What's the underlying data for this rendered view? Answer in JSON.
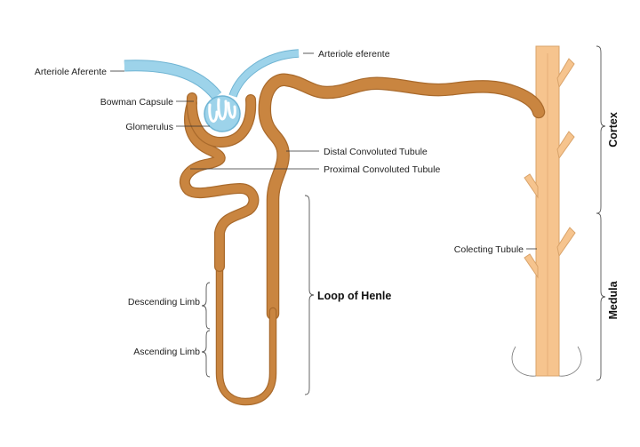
{
  "labels": {
    "afferent_arteriole": "Arteriole Aferente",
    "efferent_arteriole": "Arteriole eferente",
    "bowman_capsule": "Bowman Capsule",
    "glomerulus": "Glomerulus",
    "distal_tubule": "Distal Convoluted Tubule",
    "proximal_tubule": "Proximal Convoluted Tubule",
    "collecting_tubule": "Colecting Tubule",
    "loop_of_henle": "Loop of Henle",
    "descending_limb": "Descending Limb",
    "ascending_limb": "Ascending Limb",
    "cortex": "Cortex",
    "medula": "Medula"
  },
  "colors": {
    "tubule": "#c98540",
    "tubule_stroke": "#a96a2c",
    "collecting": "#f6c48e",
    "collecting_stroke": "#d9a36a",
    "vessel": "#9dd3ea",
    "vessel_stroke": "#6fb4d3"
  }
}
